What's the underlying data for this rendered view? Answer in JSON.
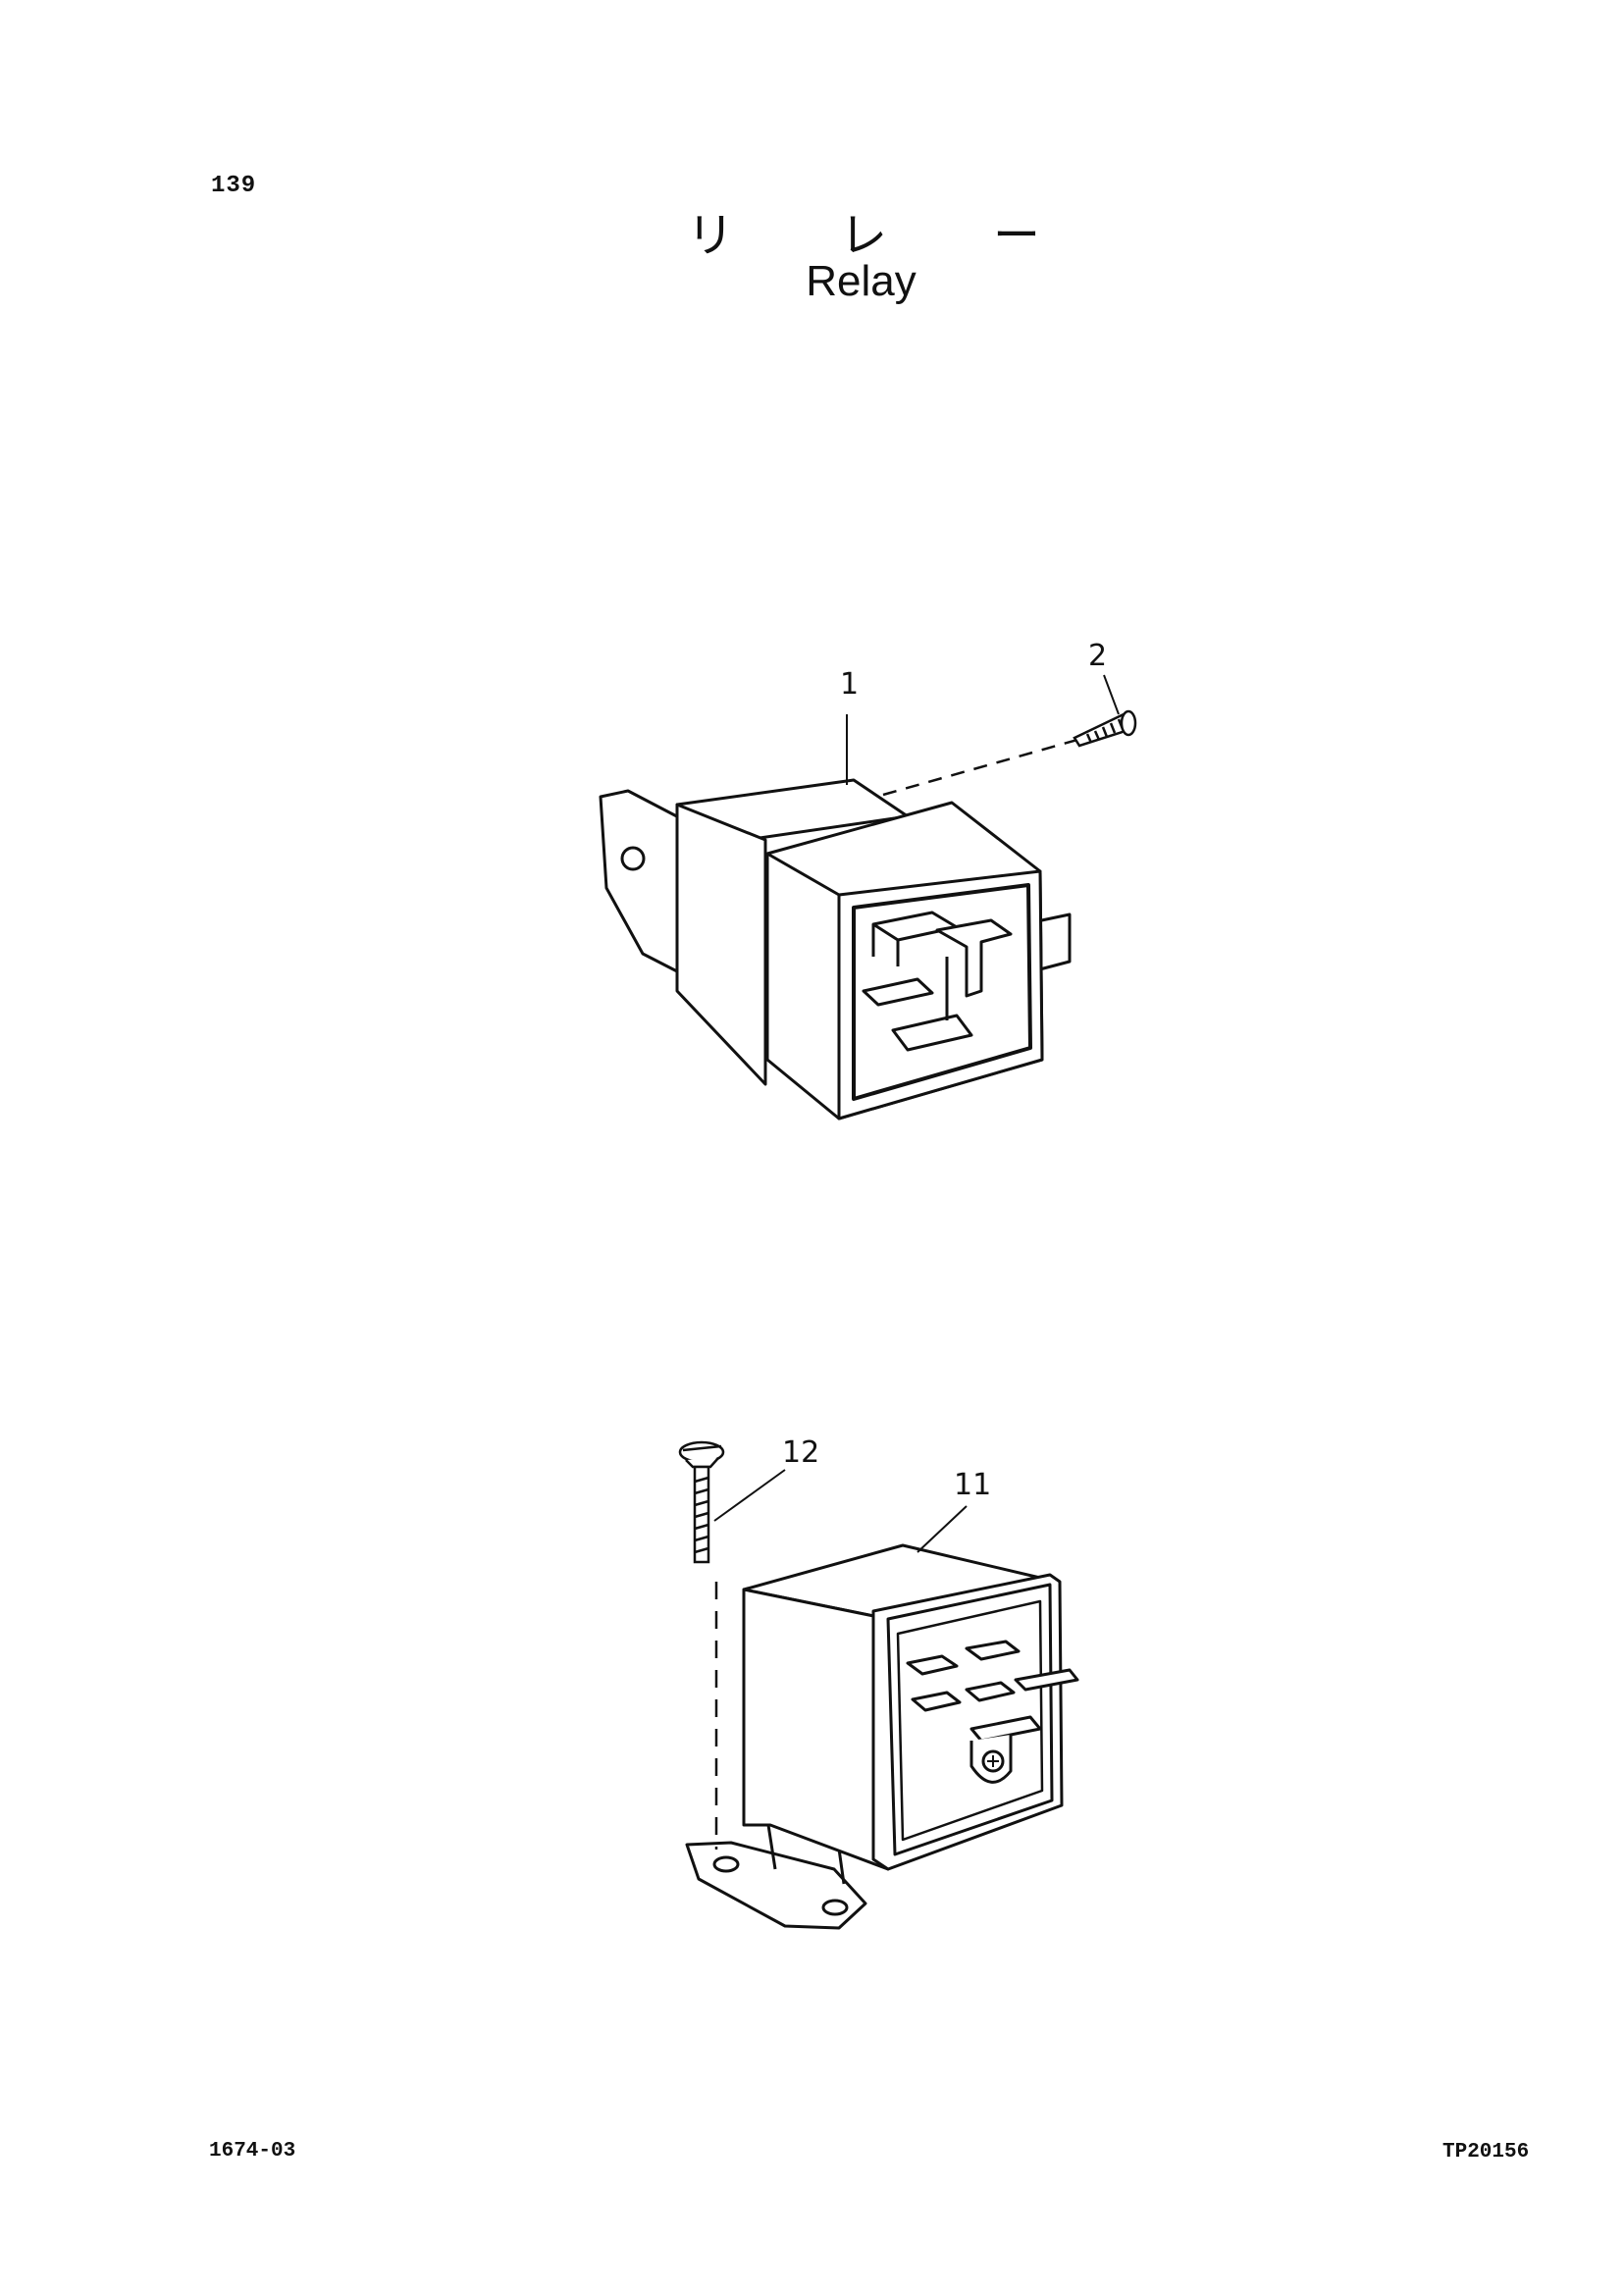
{
  "page": {
    "number": "139",
    "title_japanese": [
      "リ",
      "レ",
      "ー"
    ],
    "title_english": "Relay"
  },
  "callouts": {
    "part_1": "1",
    "part_2": "2",
    "part_11": "11",
    "part_12": "12"
  },
  "footer": {
    "left_code": "1674-03",
    "right_code": "TP20156"
  }
}
